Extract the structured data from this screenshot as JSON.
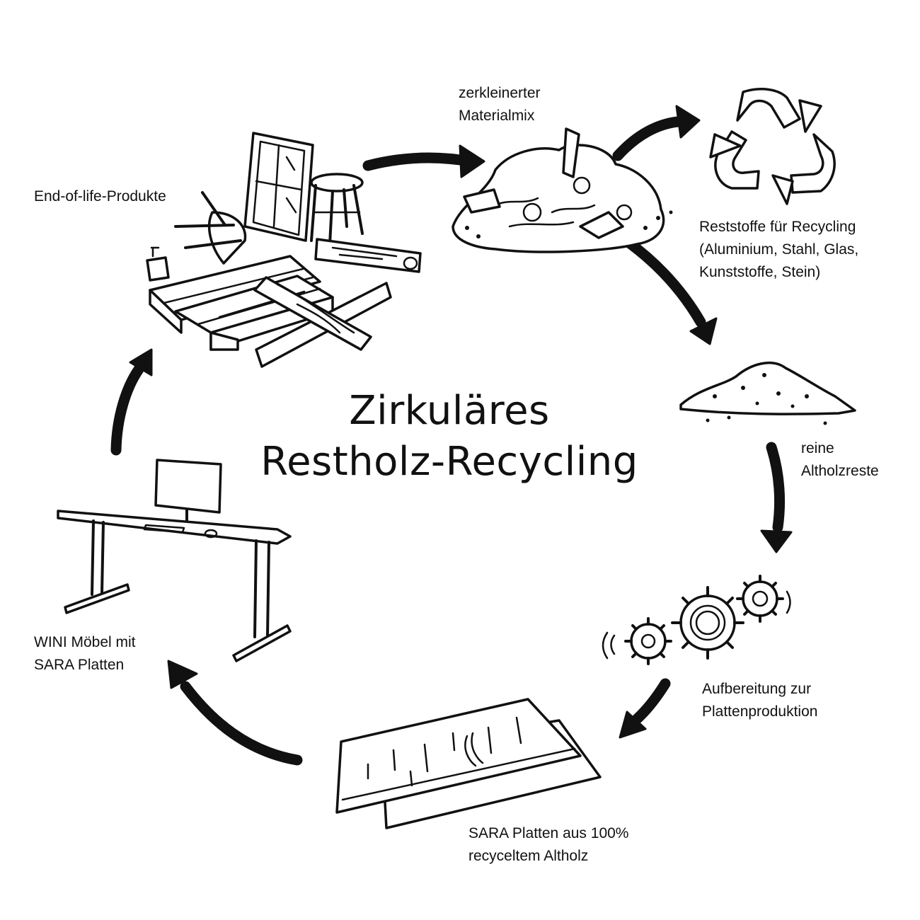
{
  "title": {
    "line1": "Zirkuläres",
    "line2": "Restholz-Recycling"
  },
  "stages": {
    "end_of_life": {
      "lines": [
        "End-of-life-Produkte"
      ]
    },
    "material_mix": {
      "lines": [
        "zerkleinerter",
        "Materialmix"
      ]
    },
    "residues": {
      "lines": [
        "Reststoffe für Recycling",
        "(Aluminium, Stahl, Glas,",
        "Kunststoffe, Stein)"
      ]
    },
    "old_wood": {
      "lines": [
        "reine",
        "Altholzreste"
      ]
    },
    "processing": {
      "lines": [
        "Aufbereitung zur",
        "Plattenproduktion"
      ]
    },
    "boards": {
      "lines": [
        "SARA Platten aus 100%",
        "recyceltem Altholz"
      ]
    },
    "furniture": {
      "lines": [
        "WINI Möbel mit",
        "SARA Platten"
      ]
    }
  },
  "colors": {
    "ink": "#111111",
    "background": "#ffffff"
  },
  "icons": [
    "furniture-pile-icon",
    "material-mix-icon",
    "recycling-symbol-icon",
    "wood-chips-pile-icon",
    "gears-icon",
    "wood-boards-icon",
    "desk-with-monitor-icon"
  ]
}
